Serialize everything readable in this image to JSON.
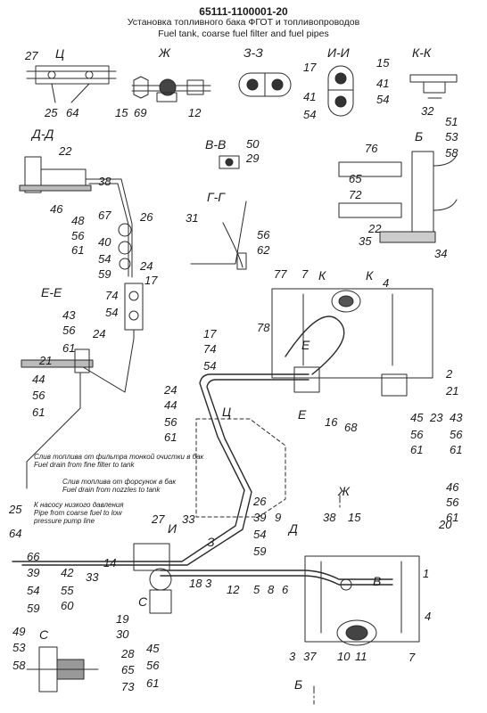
{
  "title": "65111-1100001-20",
  "subtitle_ru": "Установка топливного бака ФГОТ и топливопроводов",
  "subtitle_en": "Fuel tank, coarse fuel filter and fuel pipes",
  "sections": {
    "c": "Ц",
    "zh": "Ж",
    "z": "З-З",
    "i": "И-И",
    "k": "К-К",
    "d": "Д-Д",
    "v": "В-В",
    "b": "Б",
    "g": "Г-Г",
    "e": "Е-Е",
    "s": "С",
    "k1": "К",
    "k2": "К",
    "e_mark": "Е",
    "e_mark2": "Е",
    "zh_arrow": "Ж",
    "c_mark": "Ц",
    "i_mark": "И",
    "z_mark": "З",
    "d_mark": "Д",
    "v_mark": "В",
    "b_mark": "Б",
    "g_mark": "Г",
    "s_mark": "С"
  },
  "notes": {
    "fine_ru": "Слив топлива от фильтра тонкой очистки в бак",
    "fine_en": "Fuel drain from fine filter to tank",
    "inj_ru": "Слив топлива от форсунок в бак",
    "inj_en": "Fuel drain from nozzles to tank",
    "low_ru": "К насосу низкого давления",
    "low_en1": "Pipe from coarse fuel to low",
    "low_en2": "pressure pump line"
  },
  "labels": [
    "27",
    "25",
    "64",
    "15",
    "69",
    "12",
    "17",
    "41",
    "54",
    "15",
    "41",
    "54",
    "32",
    "51",
    "53",
    "58",
    "76",
    "65",
    "72",
    "22",
    "35",
    "34",
    "22",
    "38",
    "46",
    "48",
    "56",
    "61",
    "67",
    "26",
    "40",
    "54",
    "59",
    "24",
    "50",
    "29",
    "31",
    "56",
    "62",
    "74",
    "54",
    "17",
    "43",
    "56",
    "61",
    "24",
    "21",
    "44",
    "56",
    "61",
    "77",
    "7",
    "4",
    "78",
    "2",
    "21",
    "16",
    "68",
    "45",
    "23",
    "43",
    "56",
    "61",
    "56",
    "61",
    "17",
    "74",
    "54",
    "24",
    "44",
    "56",
    "61",
    "46",
    "56",
    "61",
    "20",
    "25",
    "64",
    "66",
    "39",
    "54",
    "59",
    "42",
    "55",
    "60",
    "33",
    "14",
    "26",
    "39",
    "54",
    "59",
    "9",
    "38",
    "15",
    "27",
    "33",
    "18",
    "3",
    "12",
    "5",
    "8",
    "6",
    "19",
    "30",
    "28",
    "45",
    "56",
    "61",
    "65",
    "73",
    "3",
    "37",
    "10",
    "11",
    "1",
    "4",
    "7",
    "49",
    "53",
    "58"
  ]
}
